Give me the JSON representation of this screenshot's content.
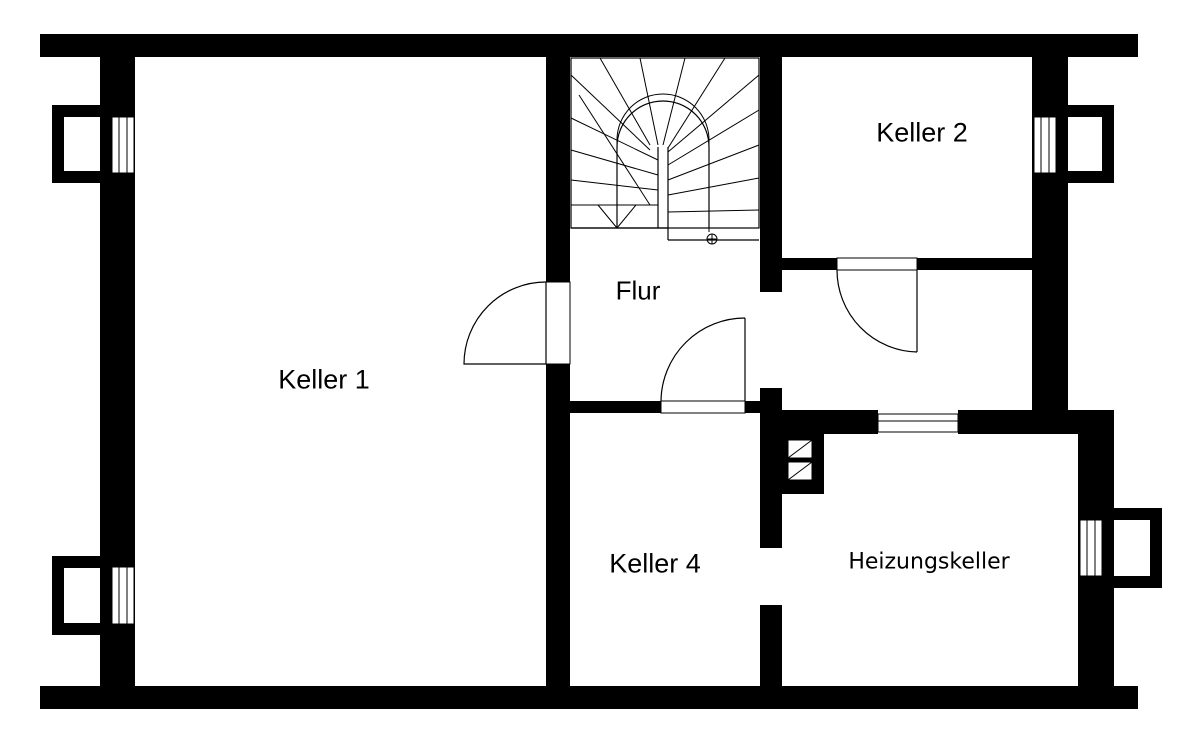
{
  "rooms": {
    "keller_1": "Keller 1",
    "flur": "Flur",
    "keller_2": "Keller 2",
    "keller_4": "Keller 4",
    "heizungskeller": "Heizungskeller"
  }
}
